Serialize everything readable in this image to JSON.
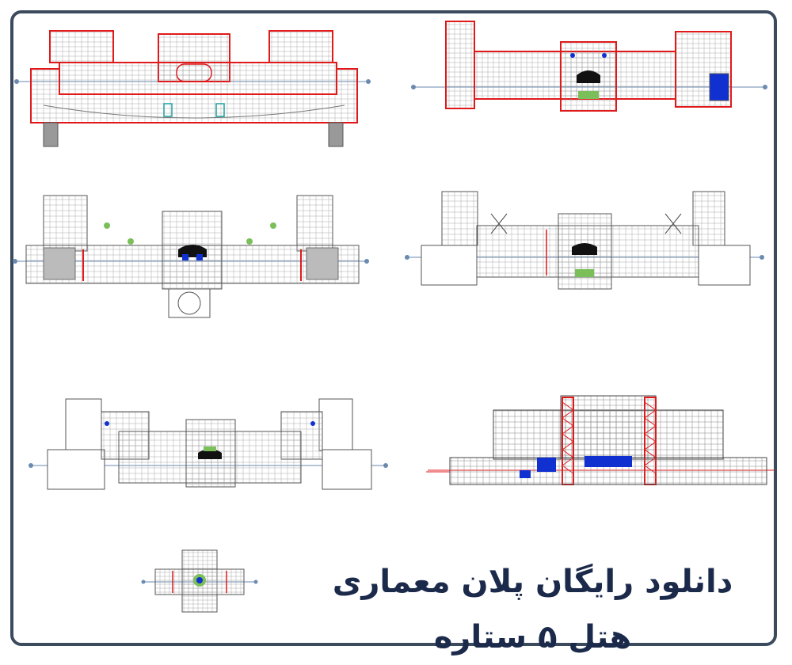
{
  "title": "دانلود رایگان پلان معماری هتل ۵ ستاره",
  "colors": {
    "frame": "#3c4a5e",
    "wall": "#e0191b",
    "line": "#555555",
    "blue": "#1030d0",
    "green": "#7bbf5a",
    "axis": "#6a8ab0",
    "title": "#1b2a4a"
  },
  "drawings": [
    {
      "name": "plan-top-left",
      "kind": "plan"
    },
    {
      "name": "plan-top-right",
      "kind": "plan"
    },
    {
      "name": "plan-middle-left",
      "kind": "plan"
    },
    {
      "name": "plan-middle-right",
      "kind": "plan"
    },
    {
      "name": "plan-lower-left",
      "kind": "plan"
    },
    {
      "name": "elevation-lower-right",
      "kind": "elevation"
    },
    {
      "name": "plan-roof-small",
      "kind": "plan"
    }
  ]
}
